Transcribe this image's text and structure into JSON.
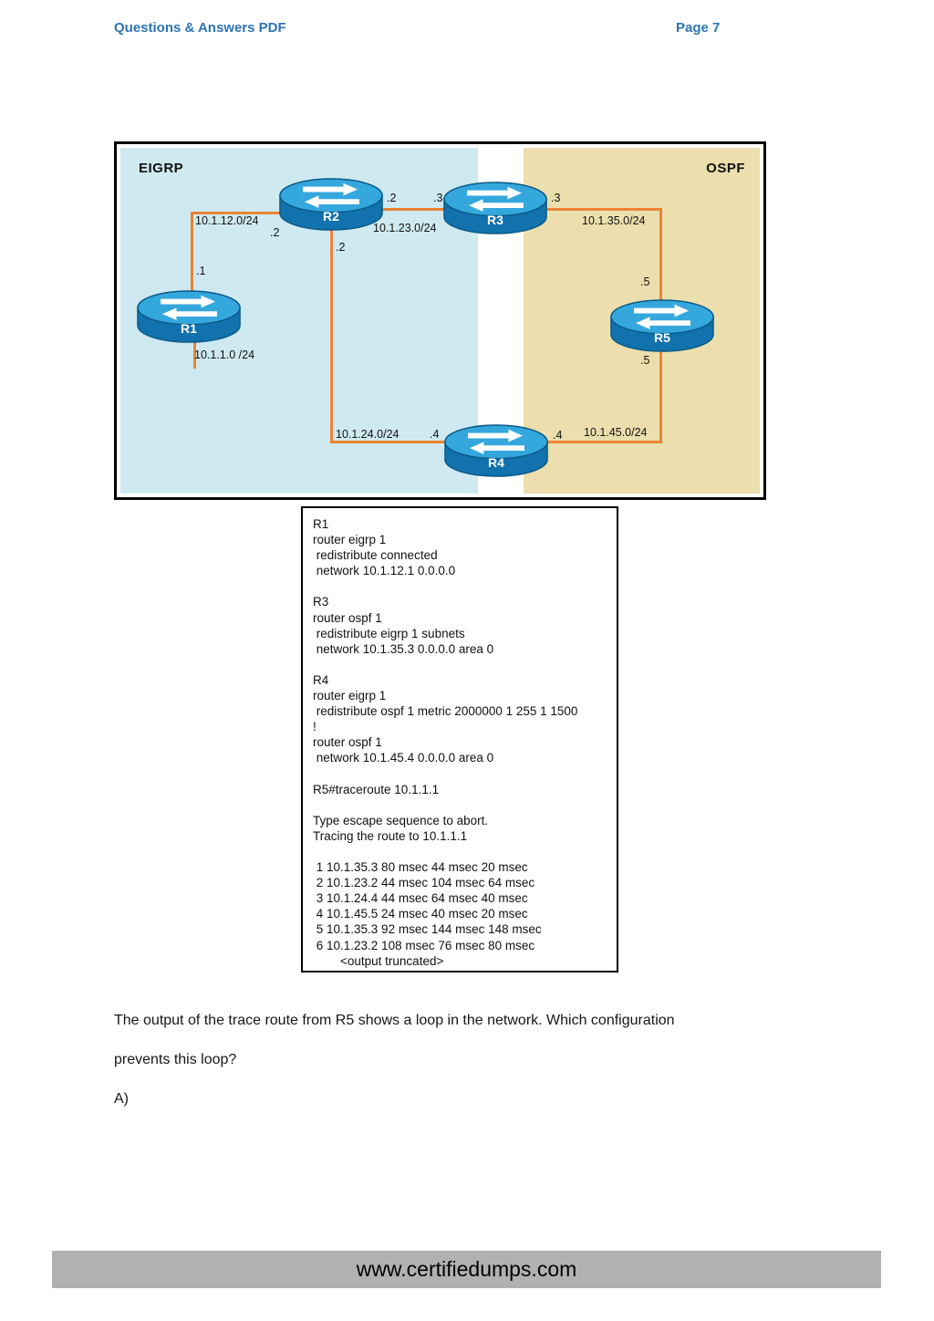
{
  "header": {
    "title": "Questions & Answers PDF",
    "page_label": "Page 7"
  },
  "colors": {
    "header_blue": "#2e74b5",
    "eigrp_region_bg": "#cfe9f1",
    "ospf_region_bg": "#ecdfad",
    "link_orange": "#ec8434",
    "router_top_blue": "#34a7dd",
    "router_side_blue": "#1272ae",
    "footer_bar_gray": "#b1b1b1"
  },
  "diagram": {
    "regions": {
      "left": "EIGRP",
      "right": "OSPF"
    },
    "routers": {
      "r1": "R1",
      "r2": "R2",
      "r3": "R3",
      "r4": "R4",
      "r5": "R5"
    },
    "subnets": {
      "s12": "10.1.12.0/24",
      "s23": "10.1.23.0/24",
      "s35": "10.1.35.0/24",
      "s24": "10.1.24.0/24",
      "s45": "10.1.45.0/24",
      "s1": "10.1.1.0 /24"
    },
    "interfaces": {
      "r1_s12": ".1",
      "r2_s12": ".2",
      "r2_s23": ".2",
      "r3_s23": ".3",
      "r3_s35": ".3",
      "r5_s35": ".5",
      "r2_s24": ".2",
      "r4_s24": ".4",
      "r5_s45": ".5",
      "r4_s45": ".4"
    }
  },
  "config": {
    "lines": [
      "R1",
      "router eigrp 1",
      " redistribute connected",
      " network 10.1.12.1 0.0.0.0",
      "",
      "R3",
      "router ospf 1",
      " redistribute eigrp 1 subnets",
      " network 10.1.35.3 0.0.0.0 area 0",
      "",
      "R4",
      "router eigrp 1",
      " redistribute ospf 1 metric 2000000 1 255 1 1500",
      "!",
      "router ospf 1",
      " network 10.1.45.4 0.0.0.0 area 0",
      "",
      "R5#traceroute 10.1.1.1",
      "",
      "Type escape sequence to abort.",
      "Tracing the route to 10.1.1.1",
      "",
      " 1 10.1.35.3 80 msec 44 msec 20 msec",
      " 2 10.1.23.2 44 msec 104 msec 64 msec",
      " 3 10.1.24.4 44 msec 64 msec 40 msec",
      " 4 10.1.45.5 24 msec 40 msec 20 msec",
      " 5 10.1.35.3 92 msec 144 msec 148 msec",
      " 6 10.1.23.2 108 msec 76 msec 80 msec",
      "        <output truncated>"
    ]
  },
  "question": {
    "text_line1": "The output of the trace route from R5 shows a loop in the network. Which configuration",
    "text_line2": "prevents this loop?",
    "option_a": "A)"
  },
  "footer": {
    "url": "www.certifiedumps.com"
  }
}
